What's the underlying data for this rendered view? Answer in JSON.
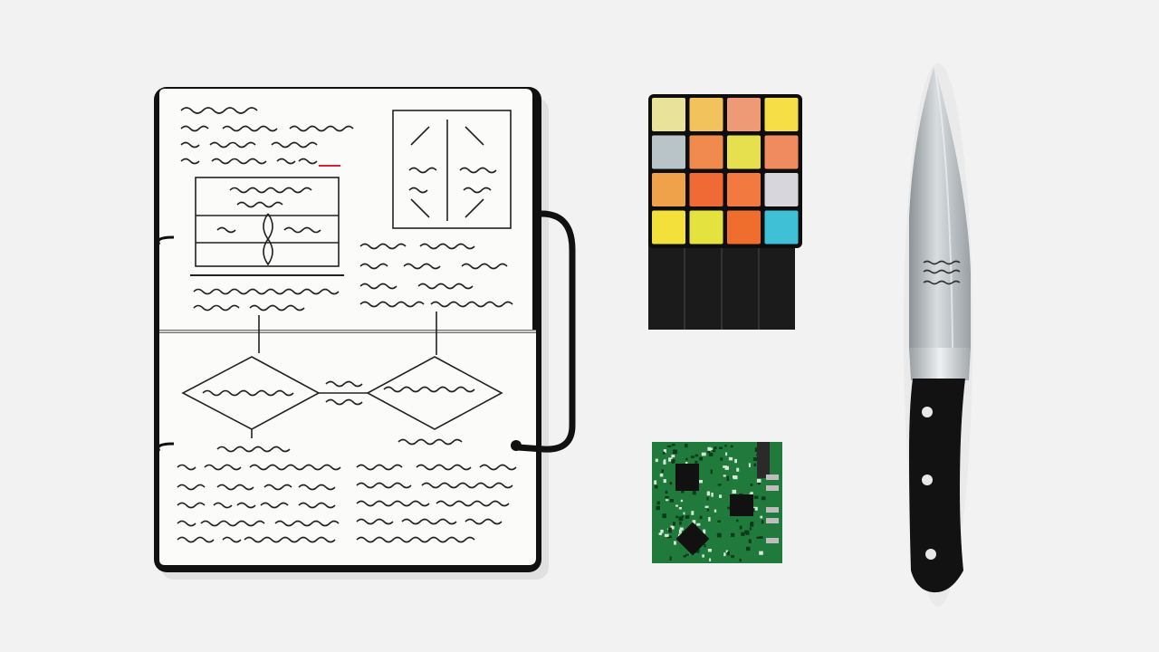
{
  "scene": {
    "background": "#f2f2f2",
    "objects": [
      "notebook",
      "puzzle-cube",
      "circuit-board",
      "chef-knife"
    ]
  },
  "notebook": {
    "page_color": "#fbfbf9",
    "cover_color": "#111111",
    "strap_color": "#111111"
  },
  "cube": {
    "colors": [
      [
        "#e9e29a",
        "#f2c35c",
        "#ef9a76",
        "#f6df46"
      ],
      [
        "#b9c4c9",
        "#f08a4d",
        "#e6e04e",
        "#f08a5f"
      ],
      [
        "#f0a24a",
        "#f06a35",
        "#f2793f",
        "#d6d6dc"
      ],
      [
        "#f3e03a",
        "#e4e23f",
        "#f06e2d",
        "#3fc0d6"
      ]
    ]
  },
  "pcb": {
    "board_color": "#1f7a3c",
    "chip_color": "#111111"
  },
  "knife": {
    "blade_color": "#b8bdc1",
    "handle_color": "#121212",
    "rivet_color": "#e8e8e8"
  }
}
